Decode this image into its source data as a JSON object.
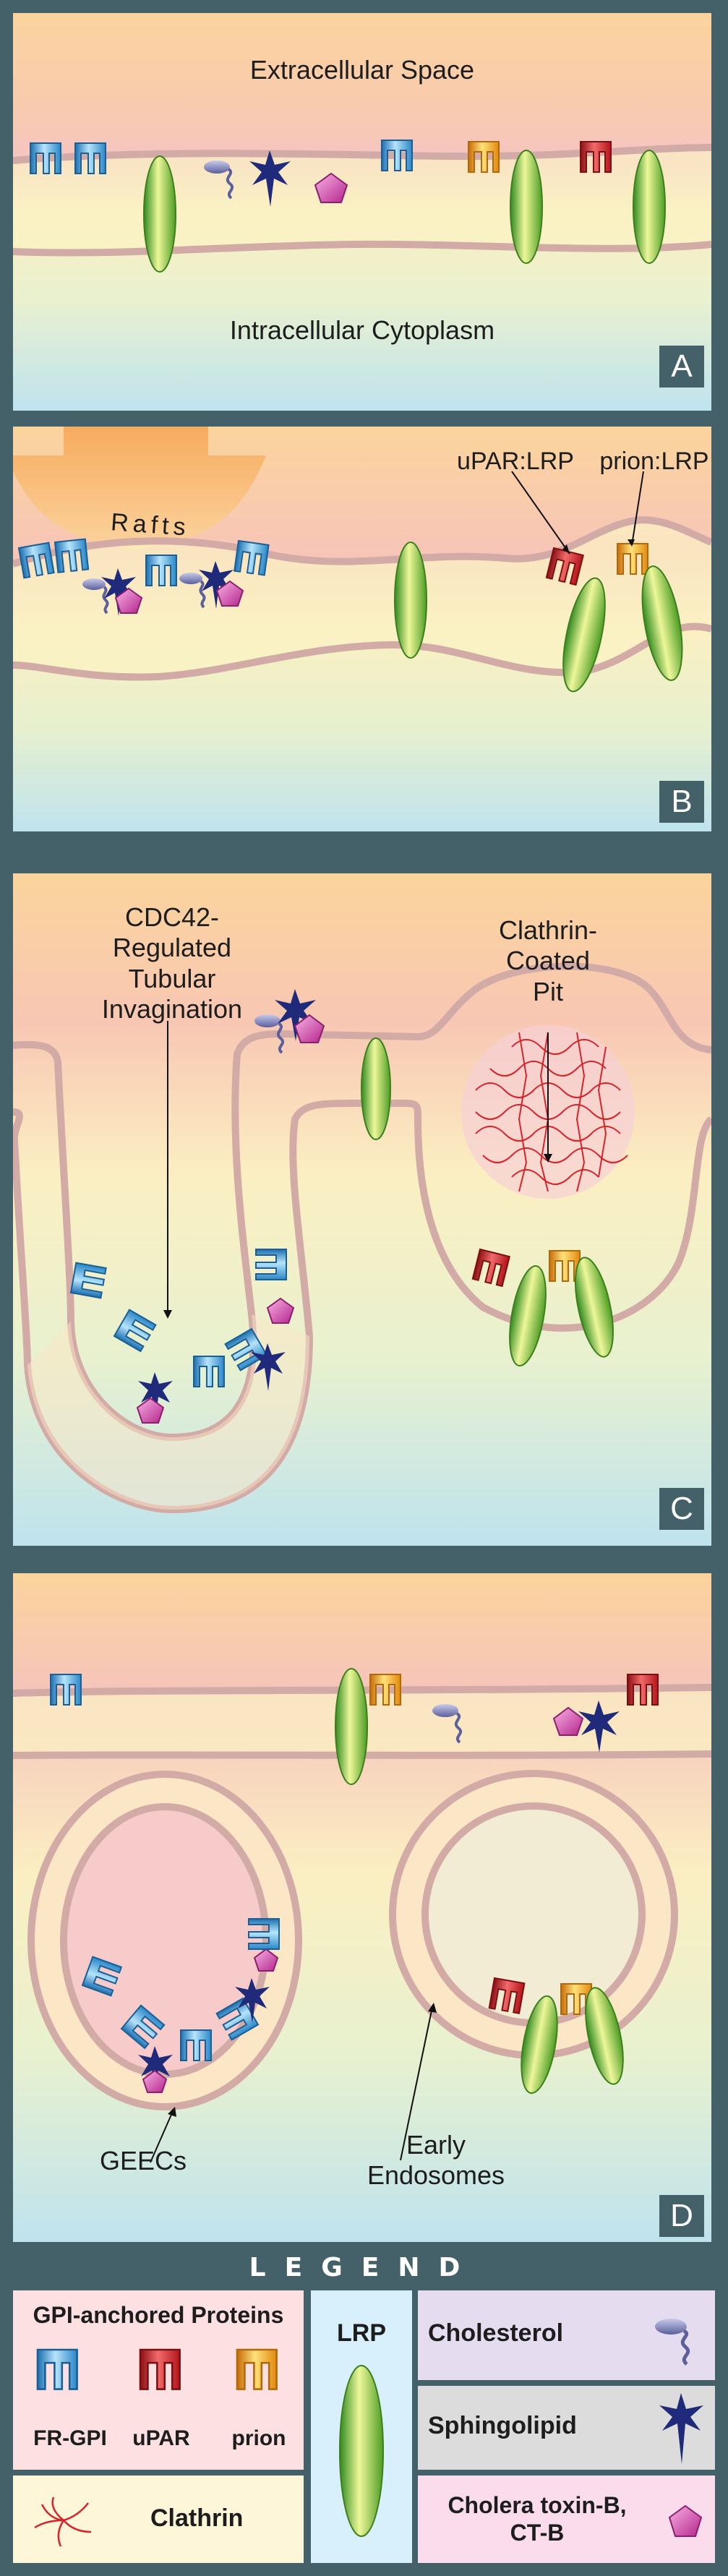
{
  "panels": {
    "a": {
      "letter": "A",
      "top_label": "Extracellular Space",
      "bottom_label": "Intracellular Cytoplasm"
    },
    "b": {
      "letter": "B",
      "rafts_label": "Rafts",
      "upar_lrp_label": "uPAR:LRP",
      "prion_lrp_label": "prion:LRP"
    },
    "c": {
      "letter": "C",
      "cdc42_label": [
        "CDC42-",
        "Regulated",
        "Tubular",
        "Invagination"
      ],
      "clathrin_pit_label": [
        "Clathrin-",
        "Coated",
        "Pit"
      ]
    },
    "d": {
      "letter": "D",
      "geecs_label": "GEECs",
      "early_endosomes_label": [
        "Early",
        "Endosomes"
      ]
    }
  },
  "legend": {
    "title": "LEGEND",
    "gpi_heading": "GPI-anchored Proteins",
    "fr_gpi": "FR-GPI",
    "upar": "uPAR",
    "prion": "prion",
    "lrp": "LRP",
    "cholesterol": "Cholesterol",
    "sphingolipid": "Sphingolipid",
    "cholera_toxin": [
      "Cholera toxin-B,",
      "CT-B"
    ],
    "clathrin": "Clathrin"
  },
  "colors": {
    "frame": "#44616a",
    "fr_gpi_protein": "#3fa7dd",
    "upar_protein": "#d7262c",
    "prion_protein": "#f0a31c",
    "lrp_protein": "#8cc63f",
    "cholesterol": "#7b7fb8",
    "sphingolipid": "#1f2a7a",
    "cholera_toxin": "#d43fa8",
    "clathrin": "#d8232a"
  },
  "icons": [
    "fr-gpi-protein-icon",
    "upar-protein-icon",
    "prion-protein-icon",
    "lrp-protein-icon",
    "cholesterol-icon",
    "sphingolipid-star-icon",
    "cholera-toxin-pentagon-icon",
    "clathrin-triskelion-icon",
    "rafts-arrow-icon"
  ]
}
